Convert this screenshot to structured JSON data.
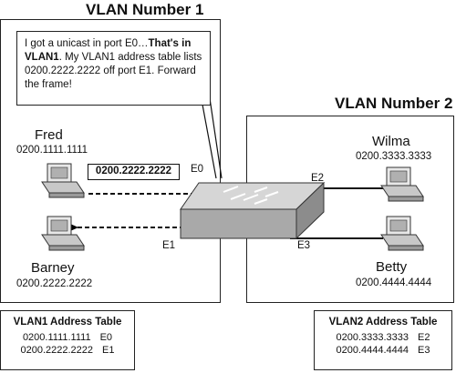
{
  "vlan1": {
    "title": "VLAN Number 1",
    "bubble": {
      "prefix": "I got a unicast in port E0…",
      "emphasis1": "That's in VLAN1",
      "middle": ". My VLAN1 address table lists 0200.2222.2222 off port E1. Forward the frame!"
    },
    "hosts": [
      {
        "name": "Fred",
        "mac": "0200.1111.1111"
      },
      {
        "name": "Barney",
        "mac": "0200.2222.2222"
      }
    ],
    "frame_label": "0200.2222.2222",
    "table": {
      "title": "VLAN1 Address Table",
      "rows": [
        {
          "mac": "0200.1111.1111",
          "port": "E0"
        },
        {
          "mac": "0200.2222.2222",
          "port": "E1"
        }
      ]
    }
  },
  "vlan2": {
    "title": "VLAN Number 2",
    "hosts": [
      {
        "name": "Wilma",
        "mac": "0200.3333.3333"
      },
      {
        "name": "Betty",
        "mac": "0200.4444.4444"
      }
    ],
    "table": {
      "title": "VLAN2 Address Table",
      "rows": [
        {
          "mac": "0200.3333.3333",
          "port": "E2"
        },
        {
          "mac": "0200.4444.4444",
          "port": "E3"
        }
      ]
    }
  },
  "switch": {
    "ports": [
      "E0",
      "E1",
      "E2",
      "E3"
    ]
  },
  "colors": {
    "switch_top": "#d6d6d6",
    "switch_front": "#a9a9a9",
    "switch_side": "#8c8c8c",
    "pc_body": "#c8c8c8"
  }
}
